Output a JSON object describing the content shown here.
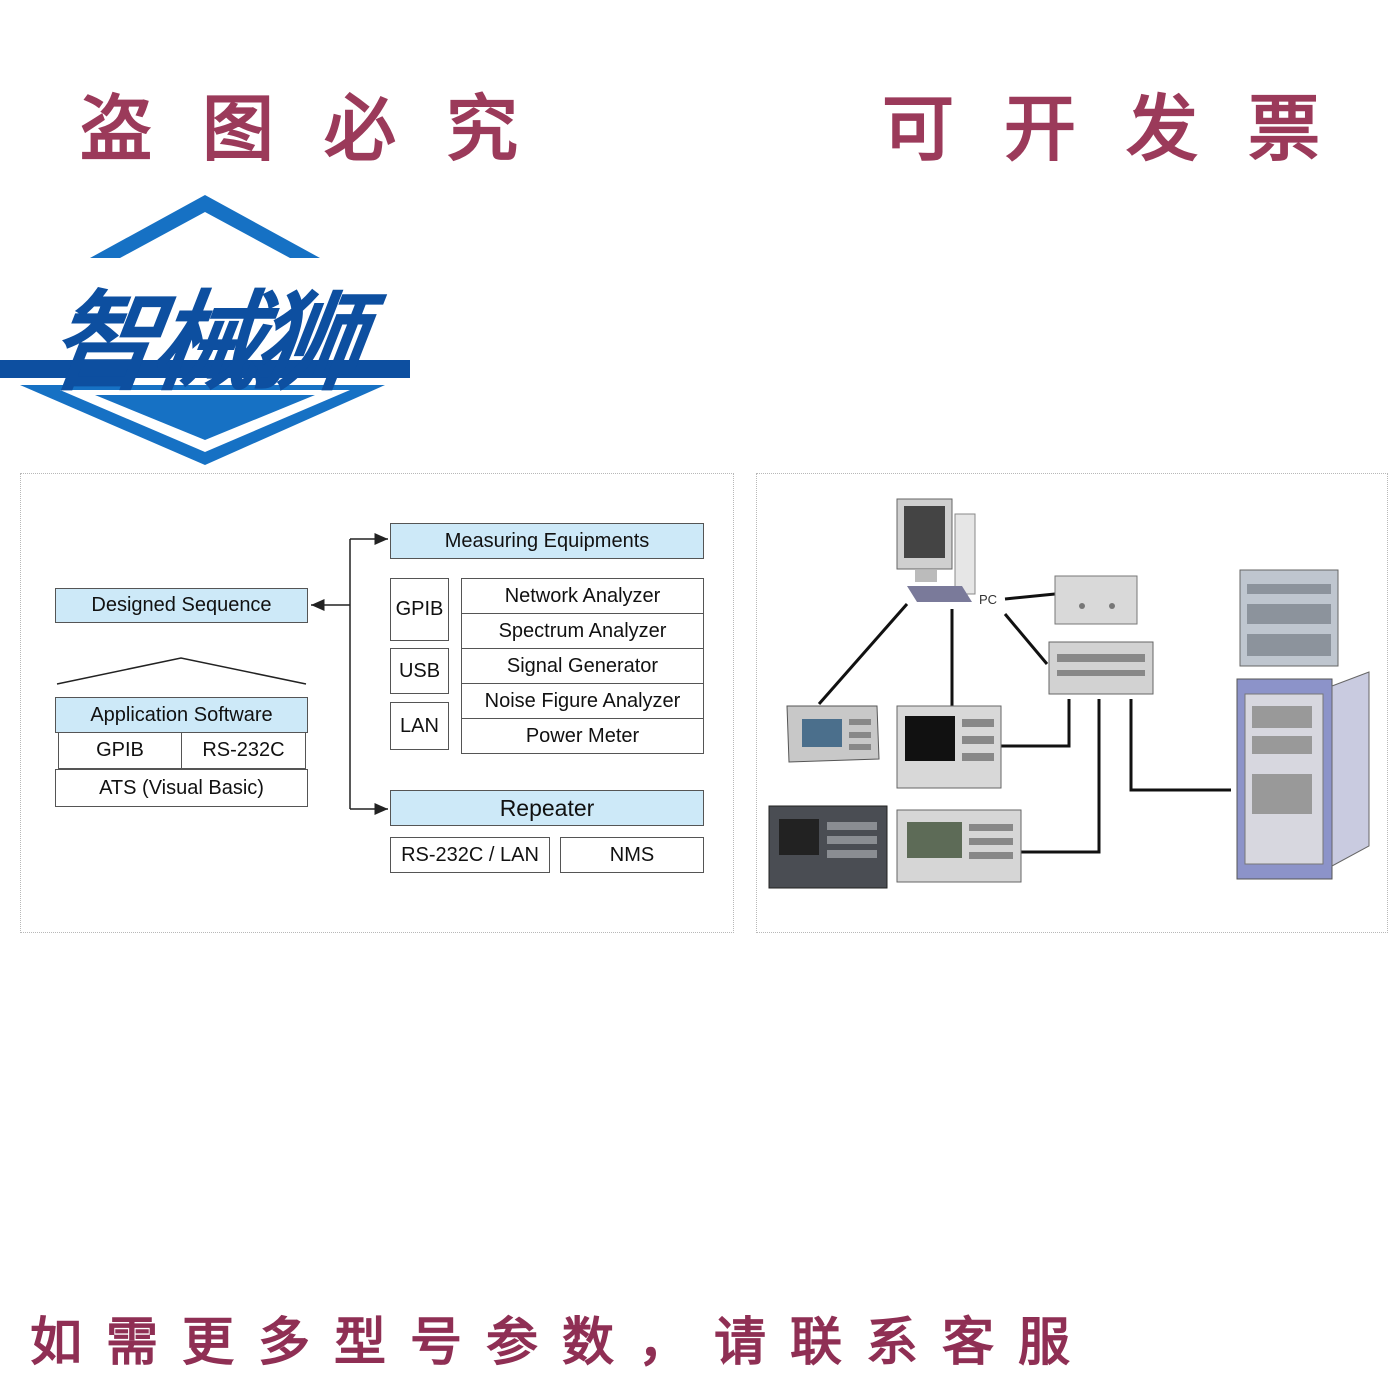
{
  "watermark": {
    "top_left": [
      "盗",
      "图",
      "必",
      "究"
    ],
    "top_right": [
      "可",
      "开",
      "发",
      "票"
    ],
    "bottom": "如需更多型号参数，请联系客服"
  },
  "logo": {
    "text": "智械狮"
  },
  "colors": {
    "watermark": "#9b3a5a",
    "logo_blue": "#0d4fa0",
    "box_blue": "#cde9f8",
    "border": "#555555"
  },
  "diagram": {
    "designed_sequence": "Designed Sequence",
    "application_software": "Application Software",
    "gpib": "GPIB",
    "rs232c": "RS-232C",
    "ats": "ATS (Visual Basic)",
    "measuring_equipments": "Measuring Equipments",
    "interfaces": [
      "GPIB",
      "USB",
      "LAN"
    ],
    "equipment": [
      "Network Analyzer",
      "Spectrum Analyzer",
      "Signal Generator",
      "Noise Figure Analyzer",
      "Power Meter"
    ],
    "repeater": "Repeater",
    "repeater_if": "RS-232C / LAN",
    "nms": "NMS"
  },
  "photo": {
    "pc_label": "PC"
  }
}
